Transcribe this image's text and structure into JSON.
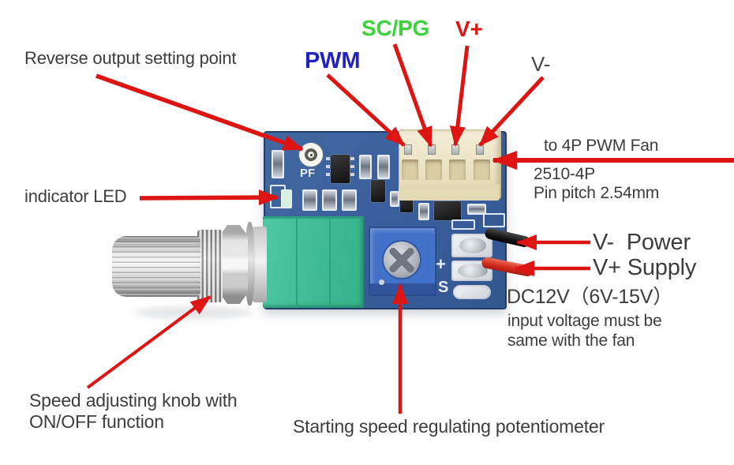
{
  "labels": {
    "reverse_output": "Reverse output setting point",
    "indicator_led": "indicator LED",
    "pwm": "PWM",
    "sc_pg": "SC/PG",
    "v_plus": "V+",
    "v_minus": "V-",
    "fan_title": "to 4P PWM Fan",
    "fan_connector": "2510-4P",
    "fan_pitch": "Pin pitch 2.54mm",
    "power_neg": "V-  Power",
    "power_pos": "V+ Supply",
    "dc_rating": "DC12V（6V-15V）",
    "dc_note1": "input voltage must be",
    "dc_note2": "same with the fan",
    "knob_line1": "Speed adjusting knob with",
    "knob_line2": "ON/OFF function",
    "trimmer": "Starting speed regulating potentiometer"
  },
  "board": {
    "silkscreen_pf": "PF",
    "silkscreen_plus": "+",
    "silkscreen_s": "S"
  },
  "colors": {
    "arrow_red": "#dd1512",
    "label_dark": "#3d3d3d",
    "pwm_blue": "#2222c4",
    "scpg_green": "#3bd43b",
    "vplus_red": "#e01212",
    "pcb_blue": "#3b62a5",
    "trimmer_blue": "#4271c9",
    "pot_green": "#43c09a",
    "connector_cream": "#ece3c6",
    "wire_black": "#242424",
    "wire_red": "#dc3326"
  }
}
